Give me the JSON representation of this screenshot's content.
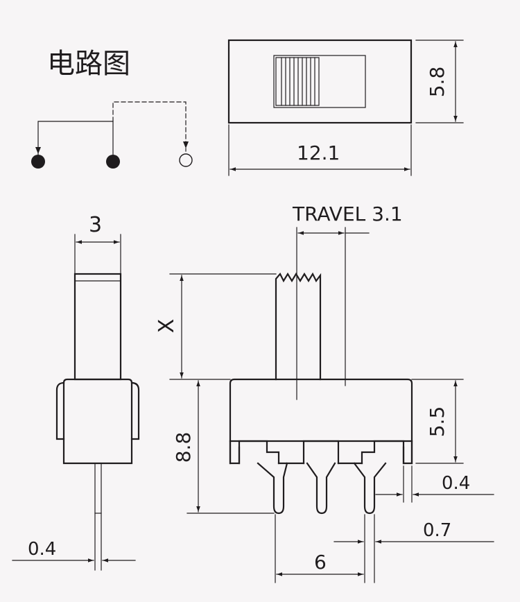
{
  "circuit": {
    "title": "电路图",
    "terminals": [
      "filled",
      "filled",
      "open"
    ]
  },
  "dimensions": {
    "top_width": "12.1",
    "top_height": "5.8",
    "side_actuator_width": "3",
    "side_pin_thickness": "0.4",
    "travel": "TRAVEL 3.1",
    "actuator_height": "X",
    "overall_height": "8.8",
    "body_height": "5.5",
    "tab_thickness": "0.4",
    "pin_width": "0.7",
    "pin_pitch": "6"
  },
  "colors": {
    "line": "#1f1c1e",
    "background": "#f7f5f6"
  }
}
